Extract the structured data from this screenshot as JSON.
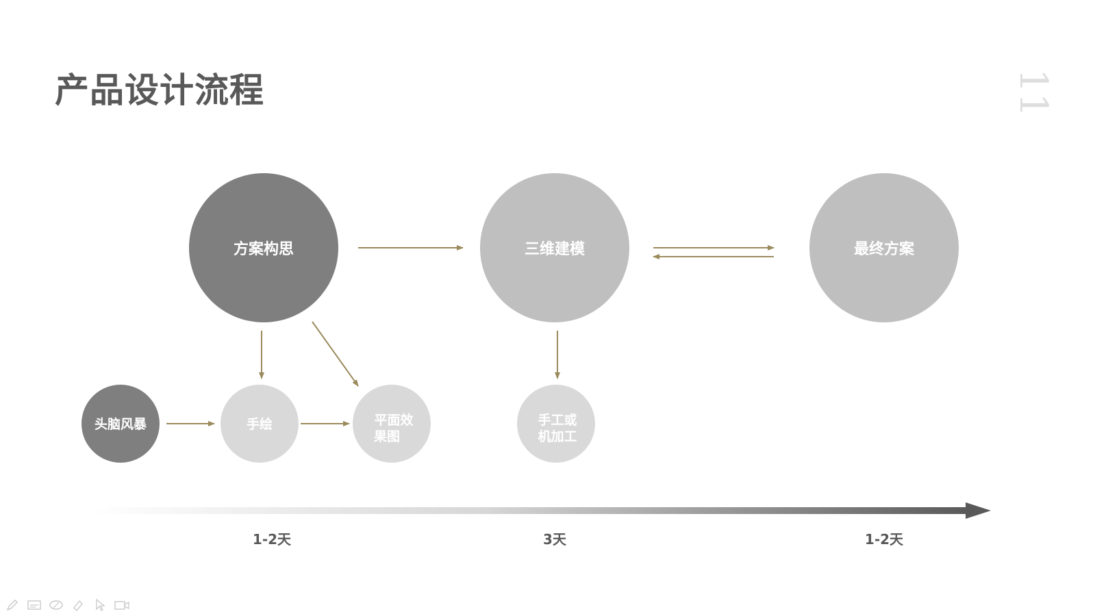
{
  "slide": {
    "title": "产品设计流程",
    "page_number": "11"
  },
  "nodes": {
    "concept": "方案构思",
    "modeling": "三维建模",
    "final": "最终方案",
    "brainstorm": "头脑风暴",
    "sketch": "手绘",
    "rendering_line1": "平面效",
    "rendering_line2": "果图",
    "handmade_line1": "手工或",
    "handmade_line2": "机加工"
  },
  "timeline": {
    "phase1": "1-2天",
    "phase2": "3天",
    "phase3": "1-2天"
  },
  "colors": {
    "dark_circle": "#7f7f7f",
    "medium_circle": "#bfbfbf",
    "light_circle": "#d9d9d9",
    "arrow": "#9a8a5c",
    "timeline_end": "#595959",
    "title": "#595959"
  },
  "toolbar": {
    "icons": [
      "pen-icon",
      "subtitle-icon",
      "eraser-icon",
      "highlighter-icon",
      "pointer-icon",
      "camera-icon"
    ]
  }
}
